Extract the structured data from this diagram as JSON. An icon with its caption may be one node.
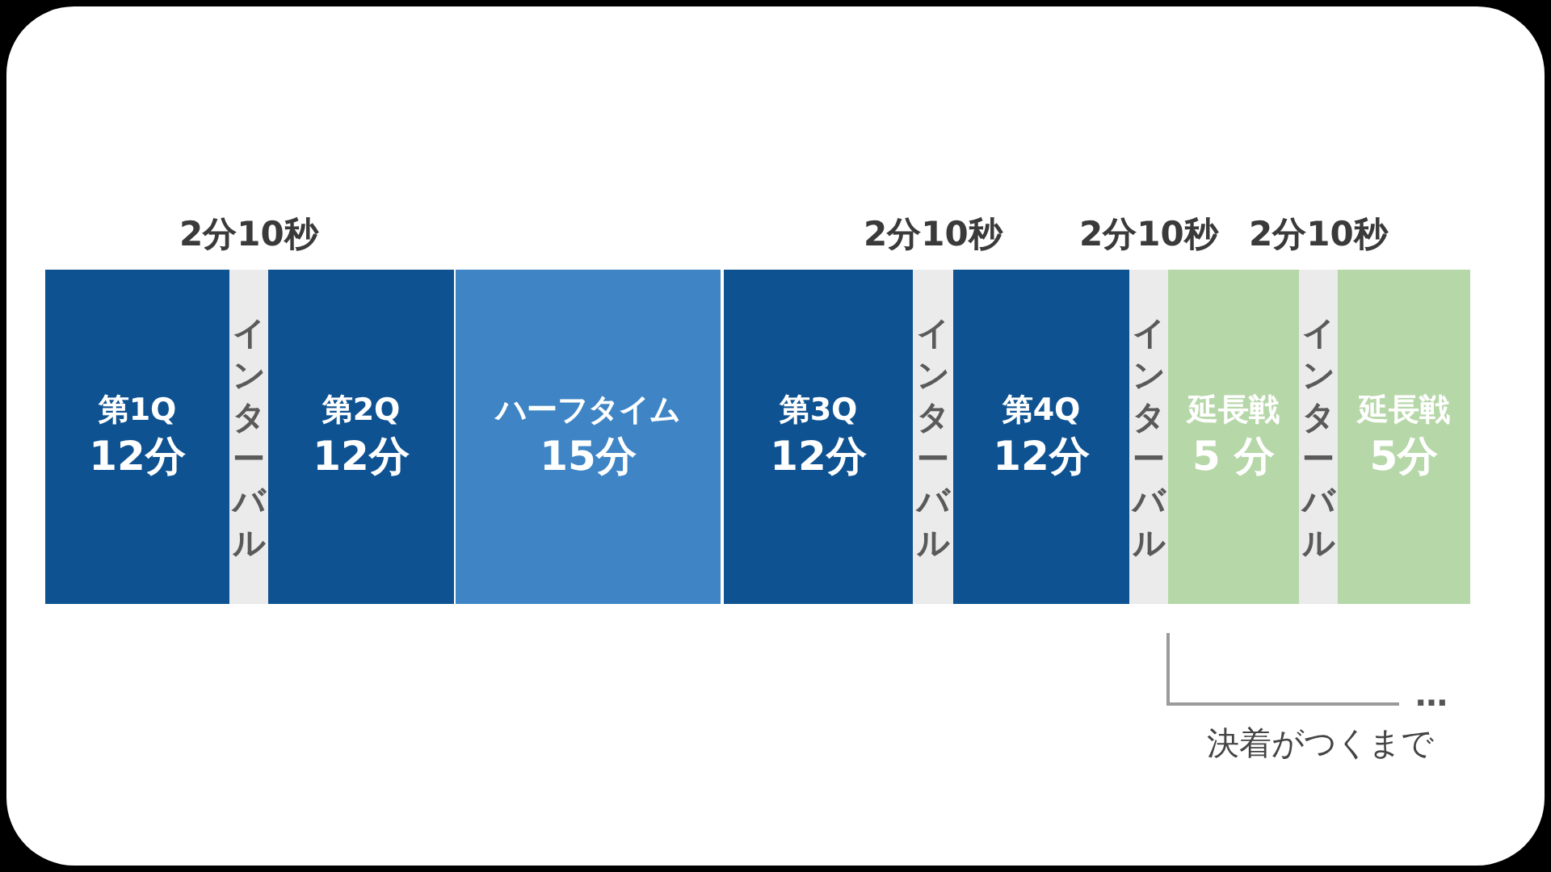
{
  "diagram": {
    "nodes": [
      {
        "text": [
          "第1Q",
          "12分"
        ]
      },
      {
        "text": [
          "インターバル"
        ],
        "beside": [
          "2分10秒"
        ]
      },
      {
        "text": [
          "第2Q",
          "12分"
        ]
      },
      {
        "text": [
          "ハーフタイム",
          "15分"
        ]
      },
      {
        "text": [
          "第3Q",
          "12分"
        ]
      },
      {
        "text": [
          "インターバル"
        ],
        "beside": [
          "2分10秒"
        ]
      },
      {
        "text": [
          "第4Q",
          "12分"
        ]
      },
      {
        "text": [
          "インターバル"
        ],
        "beside": [
          "2分10秒"
        ]
      },
      {
        "text": [
          "延長戦",
          "5 分"
        ]
      },
      {
        "text": [
          "インターバル"
        ],
        "beside": [
          "2分10秒"
        ]
      },
      {
        "text": [
          "延長戦",
          "5分"
        ]
      }
    ],
    "labels": [
      "…",
      "決着がつくまで"
    ]
  }
}
